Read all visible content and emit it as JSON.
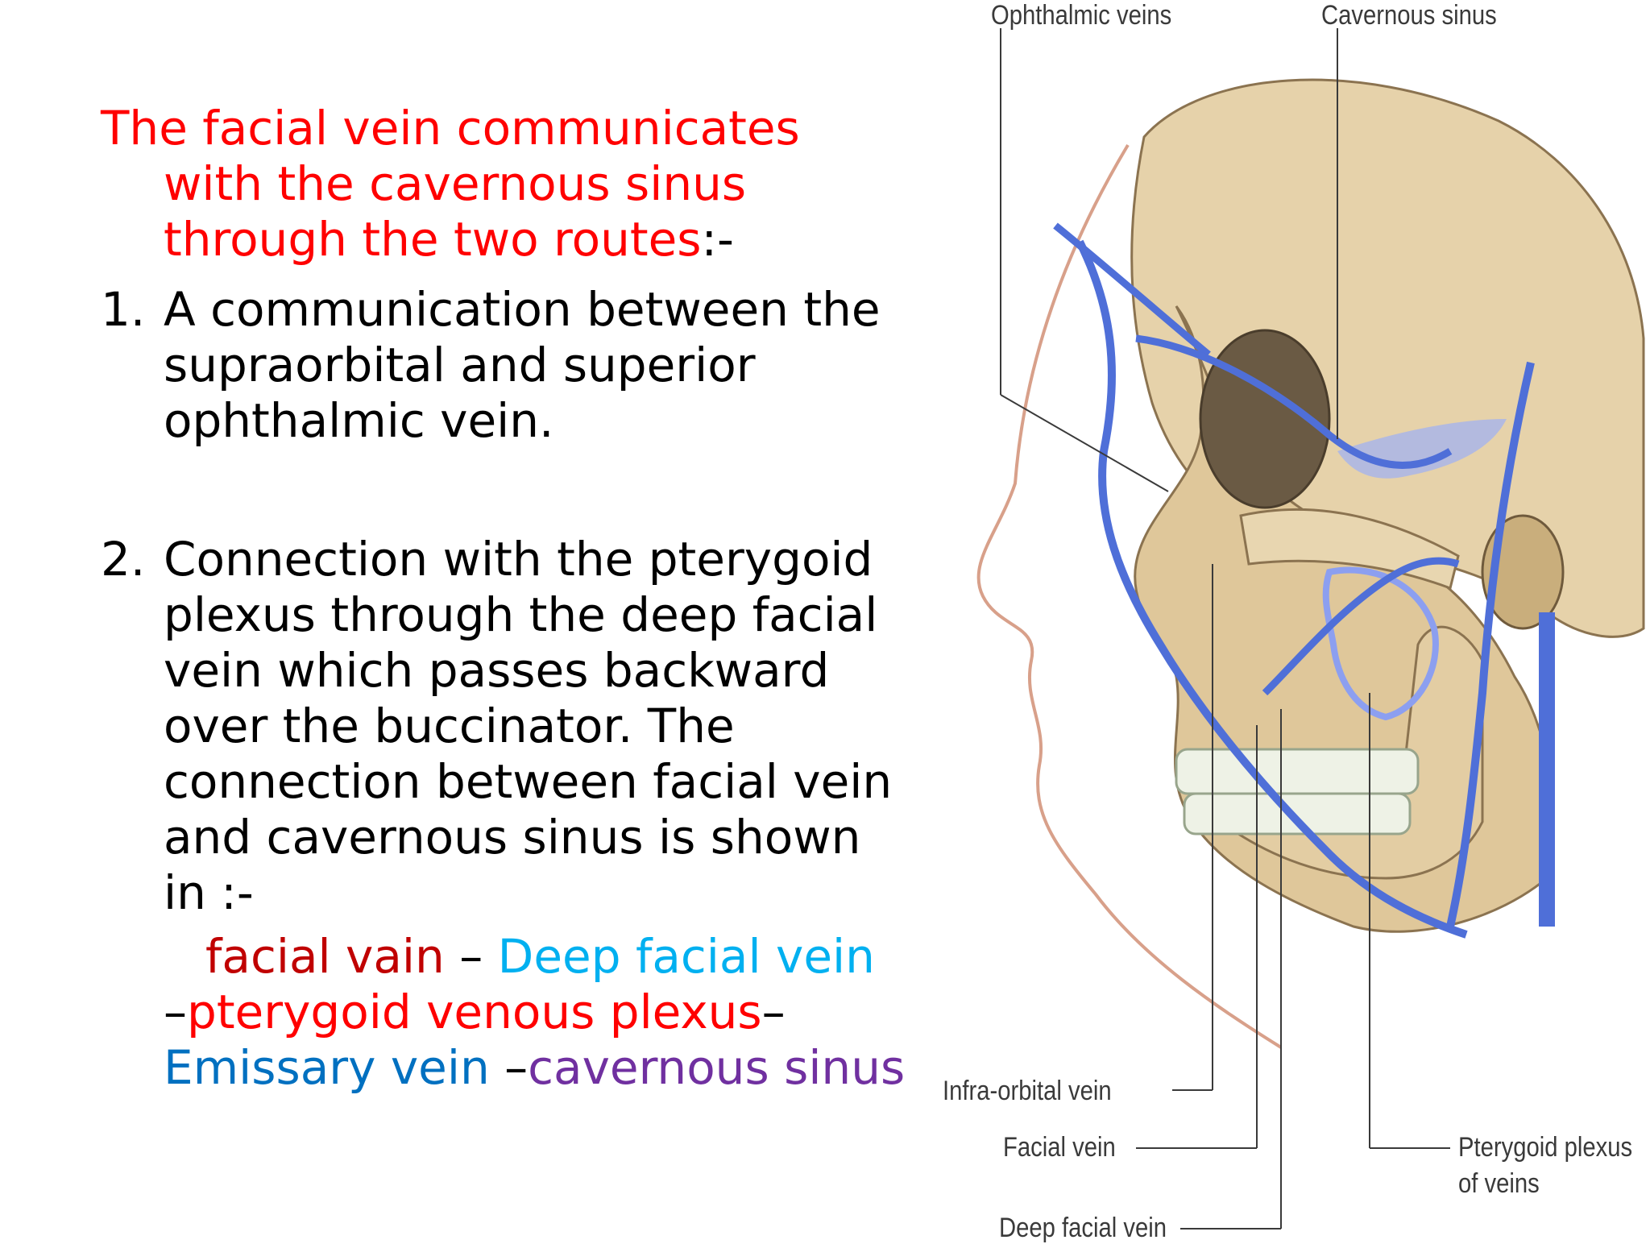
{
  "intro": {
    "red_text": "The facial vein communicates with the cavernous sinus through the two routes",
    "suffix": ":-"
  },
  "items": [
    {
      "number": "1.",
      "text": "A communication between the supraorbital and superior ophthalmic vein."
    },
    {
      "number": "2.",
      "text": "Connection with the pterygoid plexus through the deep facial vein which passes backward over the buccinator. The connection between facial vein and cavernous sinus is  shown in :-"
    }
  ],
  "pathway": {
    "facial": "facial vain",
    "dash1": " – ",
    "deep": "Deep facial vein",
    "dash2": "–",
    "pterygoid": "pterygoid venous plexus",
    "dash3": "–",
    "emissary": "Emissary vein",
    "dash4": " –",
    "cavernous": "cavernous sinus"
  },
  "figure_labels": {
    "ophthalmic_veins": "Ophthalmic veins",
    "cavernous_sinus": "Cavernous sinus",
    "infra_orbital_vein": "Infra-orbital vein",
    "facial_vein": "Facial vein",
    "deep_facial_vein": "Deep facial vein",
    "pterygoid_plexus_line1": "Pterygoid plexus",
    "pterygoid_plexus_line2": "of veins"
  },
  "colors": {
    "red": "#ff0000",
    "dark_red": "#c00000",
    "light_blue": "#00b0f0",
    "blue": "#0070c0",
    "purple": "#7030a0",
    "vein": "#4f6fd8",
    "bone": "#e6d2aa"
  }
}
